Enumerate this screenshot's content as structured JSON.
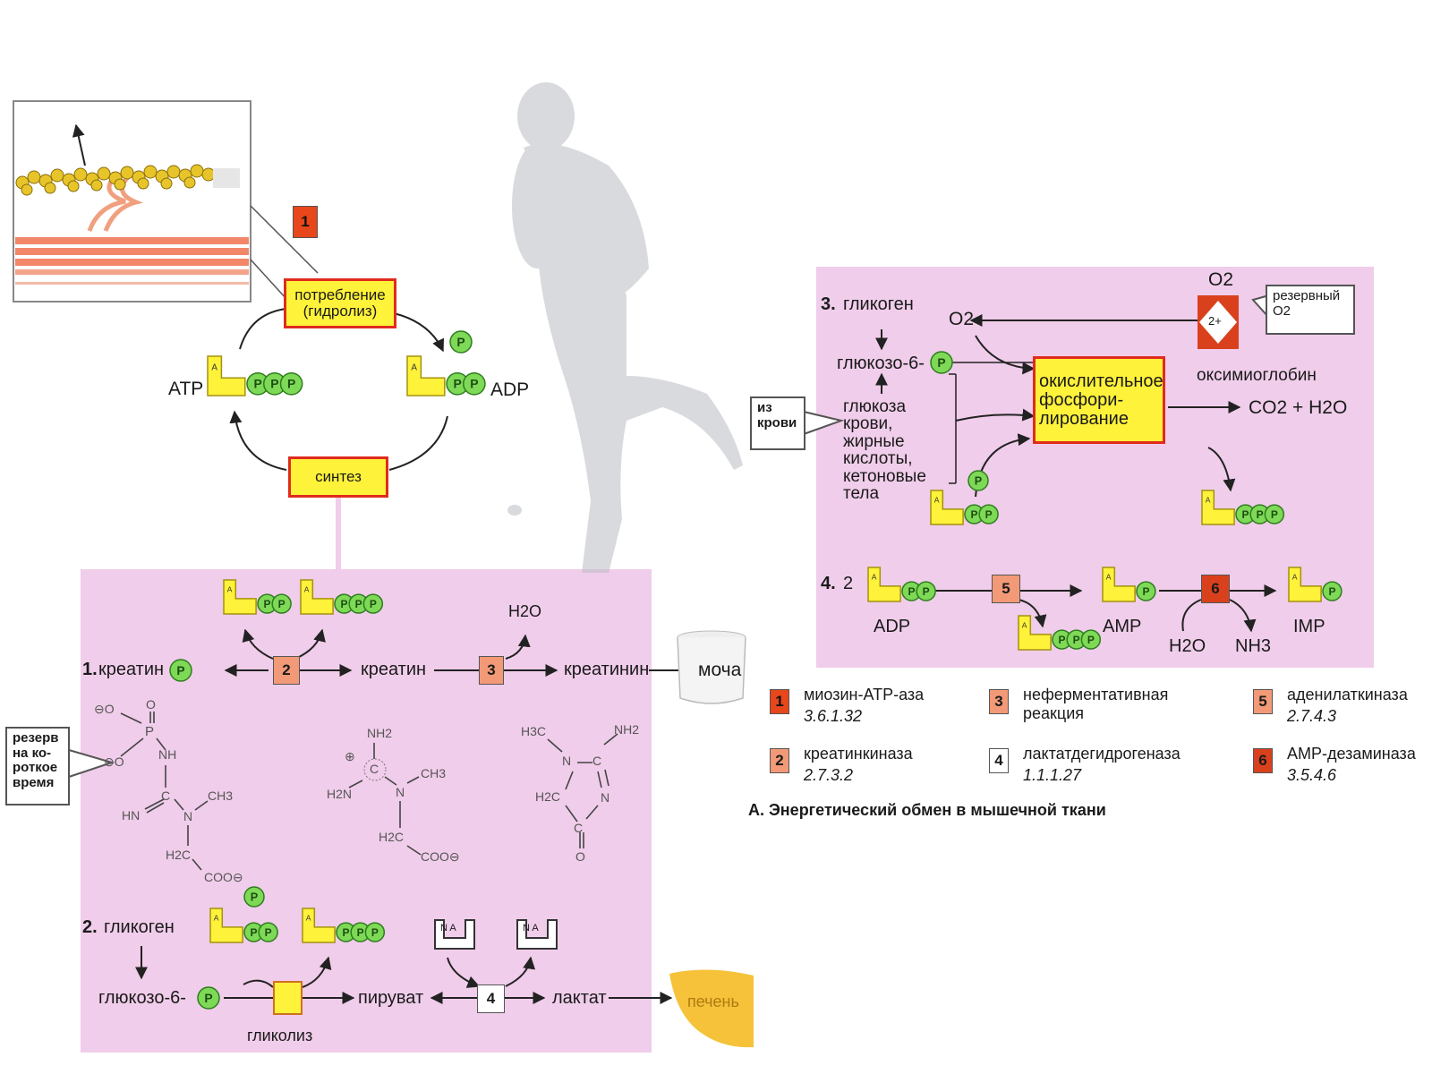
{
  "consumption_label": "потребление\n(гидролиз)",
  "synthesis_label": "синтез",
  "atp": "ATP",
  "adp": "ADP",
  "amp": "AMP",
  "imp": "IMP",
  "phosphate": "P",
  "enzyme1_marker": "1",
  "s1": {
    "num": "1.",
    "creatine_p": "креатин",
    "creatine": "креатин",
    "creatinine": "креатинин",
    "urine": "моча",
    "h2o": "H2O",
    "reserve_callout": "резерв\nна ко-\nроткое\nвремя"
  },
  "struct": {
    "o_minus1": "⊖O",
    "o_top": "O",
    "p": "P",
    "nh": "NH",
    "o_minus2": "⊖O",
    "hn": "HN",
    "c": "C",
    "n": "N",
    "ch3": "CH3",
    "h2c": "H2C",
    "coo": "COO⊖",
    "nh2": "NH2",
    "plus": "⊕",
    "h2n": "H2N",
    "h3c": "H3C",
    "o": "O"
  },
  "s2": {
    "num": "2.",
    "glycogen": "гликоген",
    "glucose6p": "глюкозо-6-",
    "pyruvate": "пируват",
    "lactate": "лактат",
    "liver": "печень",
    "glycolysis": "гликолиз",
    "nad": "N A"
  },
  "s3": {
    "num": "3.",
    "glycogen": "гликоген",
    "glucose6p": "глюкозо-6-",
    "o2": "O2",
    "o2_top": "O2",
    "reserve_o2": "резервный\nO2",
    "fe": "2+",
    "oxymyoglobin": "оксимиоглобин",
    "oxphos": "окислительное\nфосфори-\nлирование",
    "products": "CO2 + H2O",
    "from_blood": "из\nкрови",
    "substrates": "глюкоза\nкрови,\nжирные\nкислоты,\nкетоновые\nтела"
  },
  "s4": {
    "num": "4.",
    "two": "2",
    "adp": "ADP",
    "amp": "AMP",
    "h2o": "H2O",
    "nh3": "NH3",
    "imp": "IMP"
  },
  "legend": [
    {
      "num": "1",
      "name": "миозин-АТР-аза",
      "ec": "3.6.1.32"
    },
    {
      "num": "2",
      "name": "креатинкиназа",
      "ec": "2.7.3.2"
    },
    {
      "num": "3",
      "name": "неферментативная\nреакция",
      "ec": ""
    },
    {
      "num": "4",
      "name": "лактатдегидрогеназа",
      "ec": "1.1.1.27"
    },
    {
      "num": "5",
      "name": "аденилаткиназа",
      "ec": "2.7.4.3"
    },
    {
      "num": "6",
      "name": "АМР-дезаминаза",
      "ec": "3.5.4.6"
    }
  ],
  "caption": "А. Энергетический обмен в мышечной ткани",
  "colors": {
    "pink": "#f0cdea",
    "yellow": "#fff23a",
    "green": "#7ed957",
    "red": "#e02b1e"
  }
}
